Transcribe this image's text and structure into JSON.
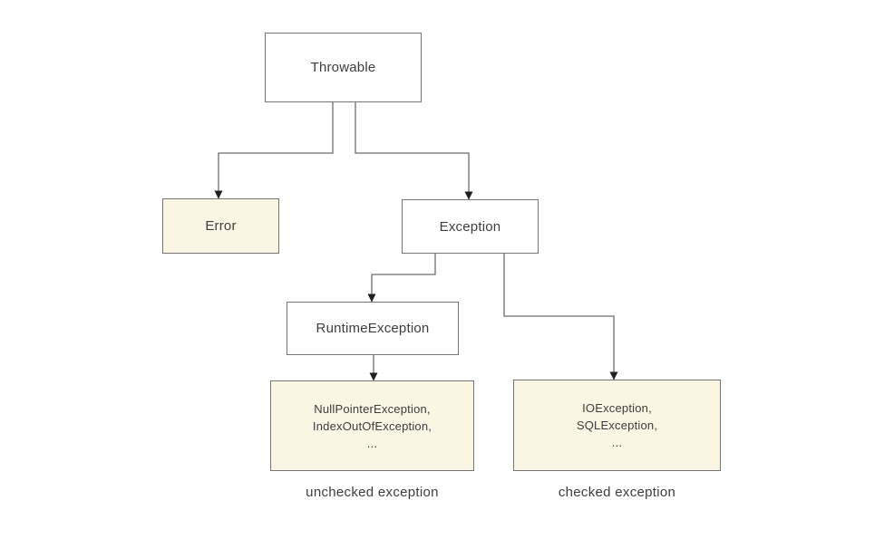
{
  "diagram": {
    "nodes": {
      "throwable": {
        "label": "Throwable"
      },
      "error": {
        "label": "Error"
      },
      "exception": {
        "label": "Exception"
      },
      "runtime_exception": {
        "label": "RuntimeException"
      },
      "unchecked_examples": {
        "lines": [
          "NullPointerException,",
          "IndexOutOfException,",
          "..."
        ]
      },
      "checked_examples": {
        "lines": [
          "IOException,",
          "SQLException,",
          "..."
        ]
      }
    },
    "edges": [
      {
        "from": "Throwable",
        "to": "Error"
      },
      {
        "from": "Throwable",
        "to": "Exception"
      },
      {
        "from": "Exception",
        "to": "RuntimeException"
      },
      {
        "from": "Exception",
        "to": "checked_examples"
      },
      {
        "from": "RuntimeException",
        "to": "unchecked_examples"
      }
    ],
    "captions": {
      "unchecked": "unchecked exception",
      "checked": "checked exception"
    },
    "colors": {
      "background": "#ffffff",
      "box_border": "#757575",
      "box_fill_white": "#ffffff",
      "box_fill_cream": "#faf6e3",
      "line": "#6e6e6e",
      "arrowhead": "#1f1f1f",
      "text": "#3d3d3d"
    }
  }
}
